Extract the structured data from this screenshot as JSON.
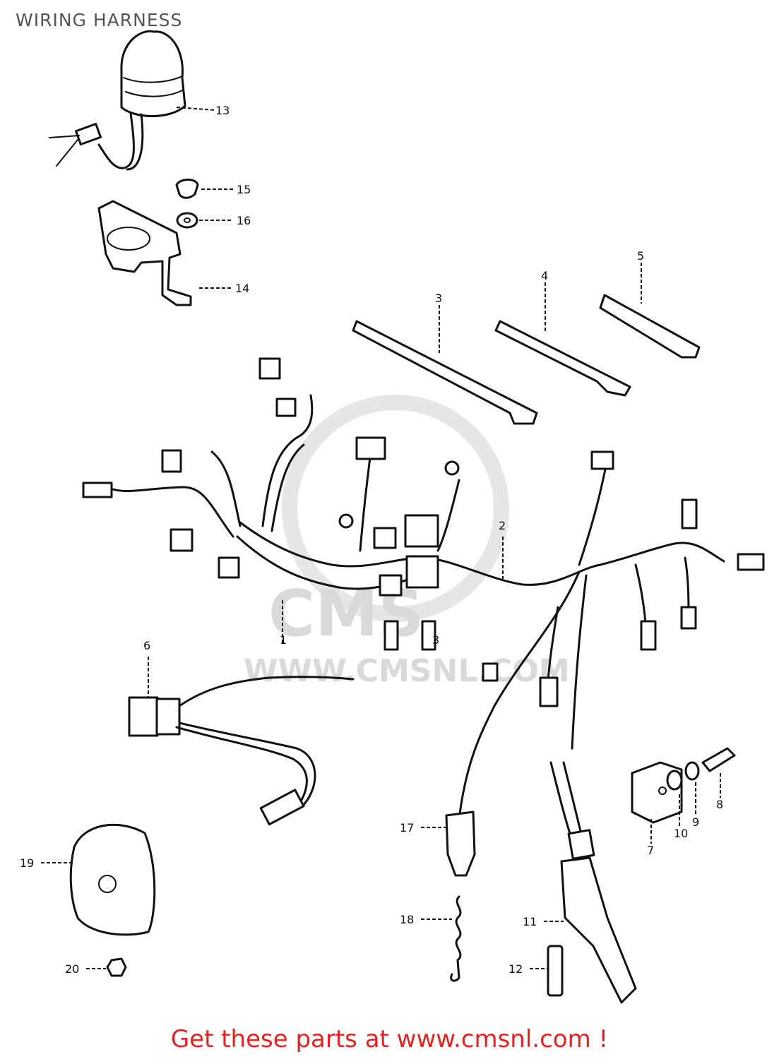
{
  "title": "WIRING HARNESS",
  "watermark": {
    "logo_text": "CMS",
    "url_text": "WWW.CMSNL.COM"
  },
  "footer": {
    "text": "Get these parts at www.cmsnl.com !",
    "color": "#e32323"
  },
  "callouts": {
    "p1": "1",
    "p2": "2",
    "p3": "3",
    "p3b": "3",
    "p4": "4",
    "p5": "5",
    "p6": "6",
    "p7": "7",
    "p8": "8",
    "p9": "9",
    "p10": "10",
    "p11": "11",
    "p12": "12",
    "p13": "13",
    "p14": "14",
    "p15": "15",
    "p16": "16",
    "p17": "17",
    "p18": "18",
    "p19": "19",
    "p20": "20"
  }
}
